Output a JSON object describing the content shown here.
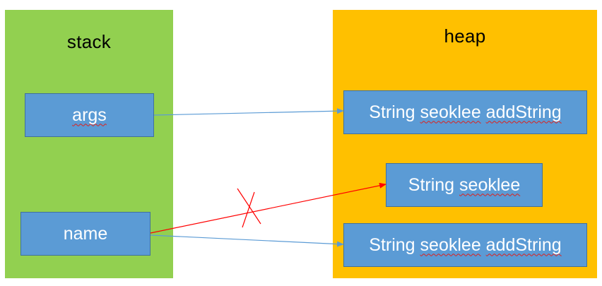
{
  "stack": {
    "title": "stack"
  },
  "heap": {
    "title": "heap"
  },
  "stack_vars": {
    "args": "args",
    "name": "name"
  },
  "heap_objects": {
    "obj1": {
      "prefix": "String ",
      "word": "seoklee",
      "mid": " ",
      "word2": "addString"
    },
    "obj2": {
      "prefix": "String ",
      "word": "seoklee"
    },
    "obj3": {
      "prefix": "String ",
      "word": "seoklee",
      "mid": " ",
      "word2": "addString"
    }
  },
  "colors": {
    "stack_bg": "#92d050",
    "heap_bg": "#ffc000",
    "box_fill": "#5b9bd5",
    "box_border": "#41719c",
    "reference_arrow": "#5b9bd5",
    "broken_reference": "#ff0000"
  },
  "references": [
    {
      "from": "args",
      "to": "obj1",
      "status": "active"
    },
    {
      "from": "name",
      "to": "obj2",
      "status": "removed"
    },
    {
      "from": "name",
      "to": "obj3",
      "status": "active"
    }
  ]
}
